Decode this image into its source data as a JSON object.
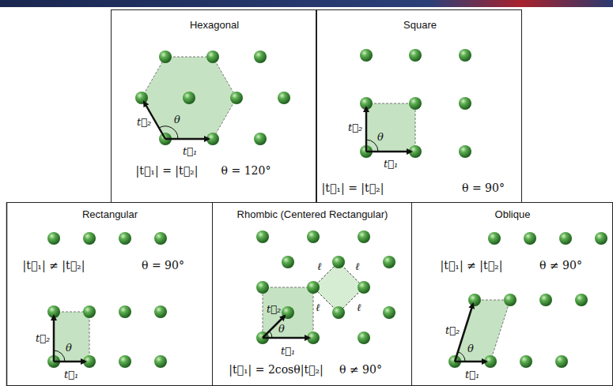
{
  "diagram": {
    "nodes": [
      {
        "text": [
          "Hexagonal",
          "|t⃗₁| = |t⃗₂|",
          "θ = 120°"
        ]
      },
      {
        "text": [
          "Square",
          "|t⃗₁| = |t⃗₂|",
          "θ = 90°"
        ]
      },
      {
        "text": [
          "Rectangular",
          "|t⃗₁| ≠ |t⃗₂|",
          "θ = 90°"
        ]
      },
      {
        "text": [
          "Rhombic (Centered Rectangular)",
          "|t⃗₁| = 2cosθ|t⃗₂|",
          "θ ≠ 90°"
        ]
      },
      {
        "text": [
          "Oblique",
          "|t⃗₁| ≠ |t⃗₂|",
          "θ ≠ 90°"
        ]
      }
    ],
    "labels": [
      "t⃗₂",
      "θ",
      "t⃗₁",
      "t⃗₂",
      "θ",
      "t⃗₁",
      "t⃗₂",
      "θ",
      "t⃗₁",
      "t⃗₂",
      "θ",
      "t⃗₁",
      "ℓ",
      "ℓ",
      "ℓ",
      "ℓ",
      "t⃗₂",
      "θ",
      "t⃗₁"
    ]
  }
}
